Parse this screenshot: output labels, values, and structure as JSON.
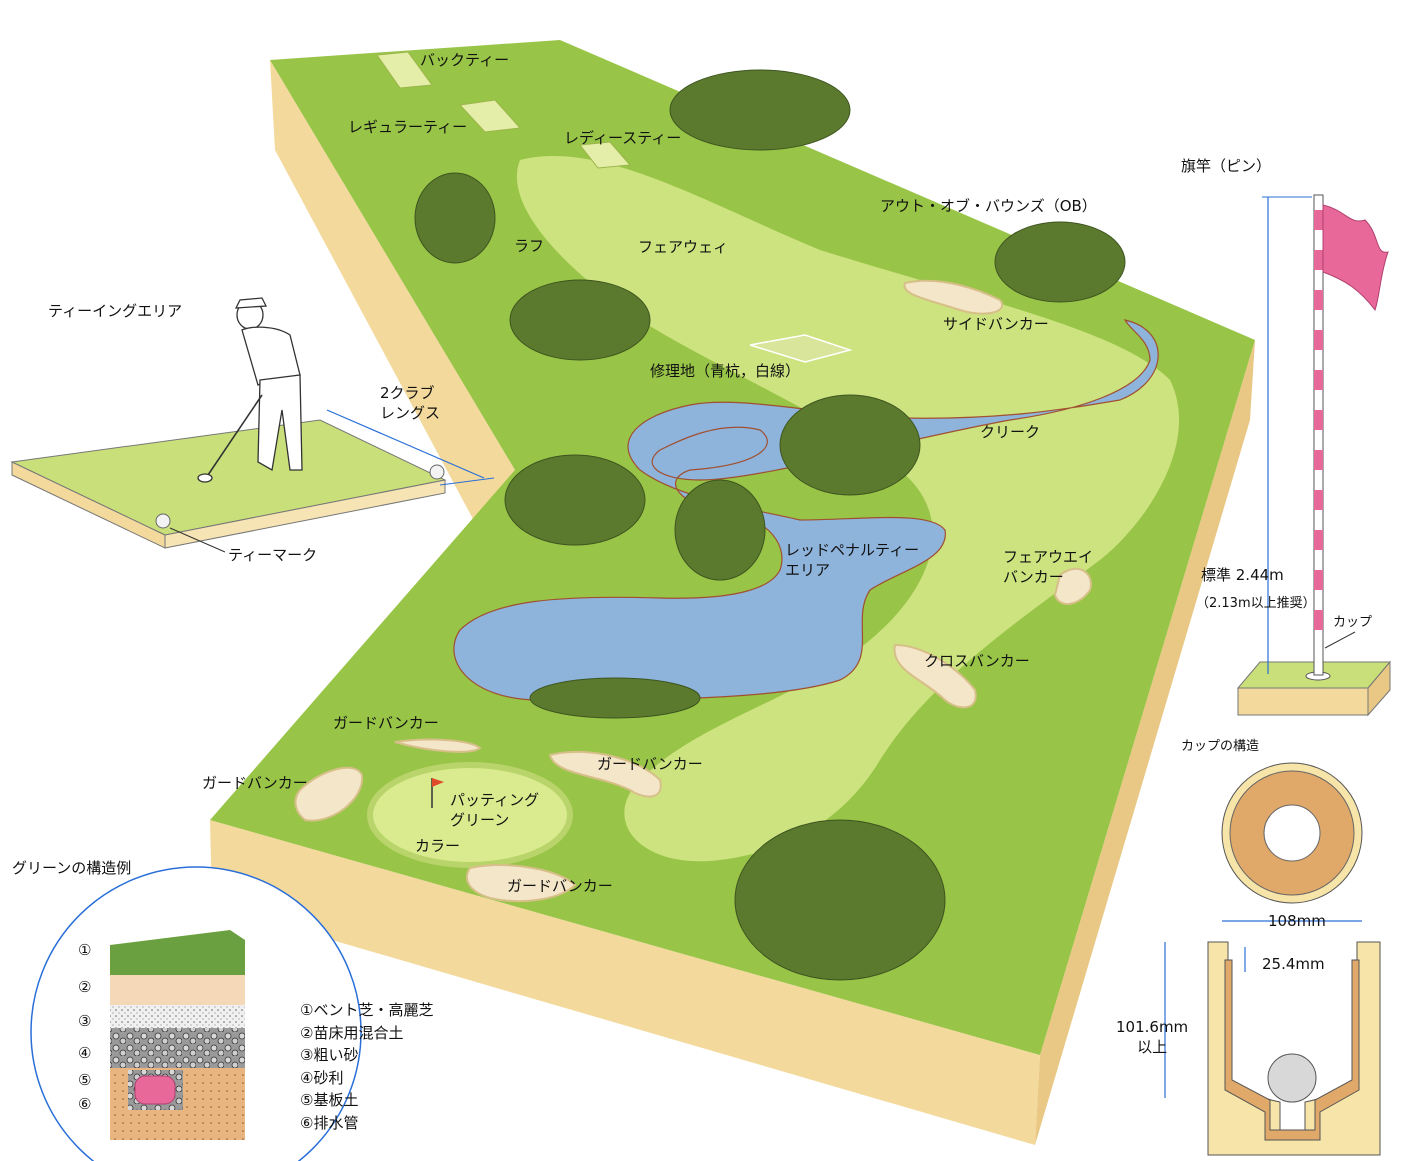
{
  "labels": {
    "back_tee": "バックティー",
    "regular_tee": "レギュラーティー",
    "ladies_tee": "レディースティー",
    "rough": "ラフ",
    "fairway_top": "フェアウェィ",
    "ob": "アウト・オブ・バウンズ（OB）",
    "side_bunker": "サイドバンカー",
    "repair_ground": "修理地（青杭，白線）",
    "creek": "クリーク",
    "red_penalty": "レッドペナルティー\nエリア",
    "fairway_bunker": "フェアウエイ\nバンカー",
    "cross_bunker": "クロスバンカー",
    "guard_bunker_1": "ガードバンカー",
    "guard_bunker_2": "ガードバンカー",
    "guard_bunker_3": "ガードバンカー",
    "guard_bunker_4": "ガードバンカー",
    "putting_green": "パッティング\nグリーン",
    "collar": "カラー",
    "teeing_area_title": "ティーイングエリア",
    "two_club_lengths": "2クラブ\nレングス",
    "tee_mark": "ティーマーク",
    "flagstick_title": "旗竿（ピン）",
    "standard_height": "標準 2.44m",
    "recommended": "（2.13m以上推奨）",
    "cup": "カップ",
    "cup_structure_title": "カップの構造",
    "cup_diameter": "108mm",
    "cup_depth_top": "25.4mm",
    "cup_depth": "101.6mm\n以上",
    "green_structure_title": "グリーンの構造例"
  },
  "green_layers": [
    {
      "num": "①",
      "label": "ベント芝・高麗芝"
    },
    {
      "num": "②",
      "label": "苗床用混合土"
    },
    {
      "num": "③",
      "label": "粗い砂"
    },
    {
      "num": "④",
      "label": "砂利"
    },
    {
      "num": "⑤",
      "label": "基板土"
    },
    {
      "num": "⑥",
      "label": "排水管"
    }
  ],
  "colors": {
    "fairway": "#c9e07a",
    "rough": "#8fbf3a",
    "water": "#8eb4dc",
    "sand": "#f4e6c8",
    "soil": "#f2d79a",
    "tree": "#5c7a2e",
    "flag": "#e8689a",
    "dimension": "#2a6fd8"
  }
}
